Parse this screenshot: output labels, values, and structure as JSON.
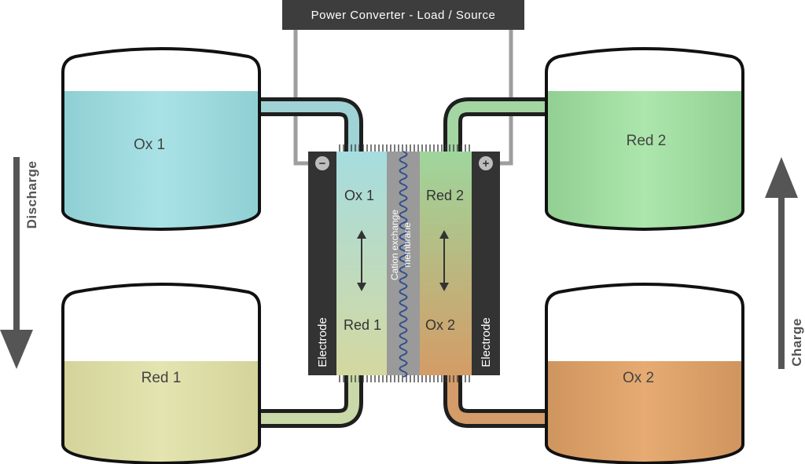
{
  "header": {
    "title": "Power Converter - Load / Source"
  },
  "tanks": {
    "top_left": {
      "label": "Ox 1"
    },
    "bottom_left": {
      "label": "Red 1"
    },
    "top_right": {
      "label": "Red 2"
    },
    "bottom_right": {
      "label": "Ox 2"
    }
  },
  "cell": {
    "left_top": "Ox 1",
    "left_bottom": "Red 1",
    "right_top": "Red 2",
    "right_bottom": "Ox 2",
    "membrane_line1": "Cation exchange",
    "membrane_line2": "membrane",
    "electrode_left": "Electrode",
    "electrode_right": "Electrode",
    "terminal_negative": "−",
    "terminal_positive": "+"
  },
  "arrows": {
    "discharge": "Discharge",
    "charge": "Charge"
  },
  "colors": {
    "ox1": "#9fd8dc",
    "red1": "#d9dba4",
    "red2": "#a6dca6",
    "ox2": "#d9a06a",
    "electrode": "#333333",
    "membrane": "#9a9a9a",
    "header": "#3d3d3d",
    "arrow": "#555555"
  }
}
